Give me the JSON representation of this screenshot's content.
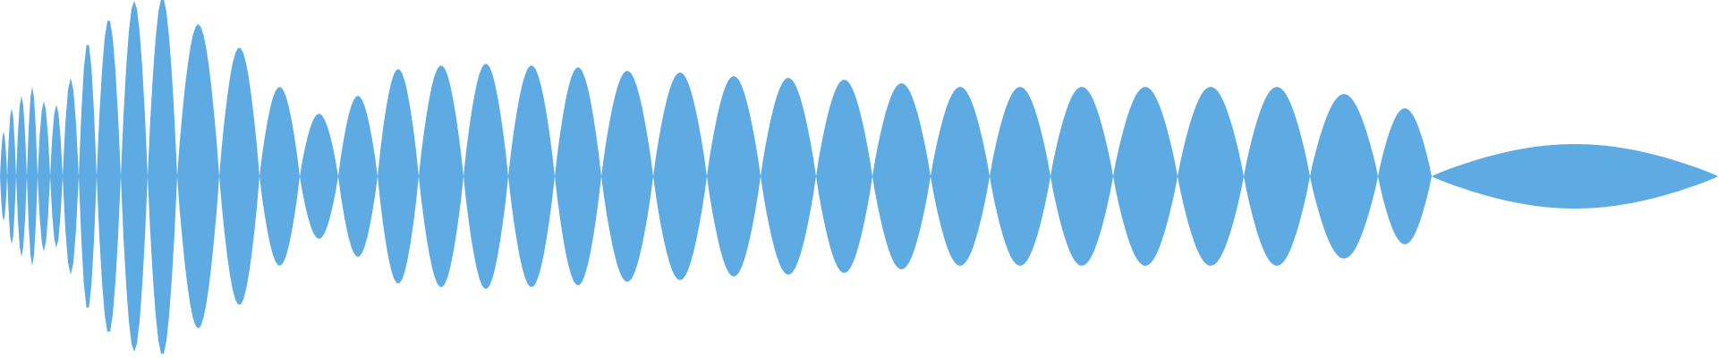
{
  "waveform": {
    "fill_color": "#5dabe2",
    "background_color": "#ffffff",
    "lobe_peaks": [
      0.25,
      0.38,
      0.45,
      0.5,
      0.42,
      0.4,
      0.55,
      0.75,
      0.88,
      0.98,
      1.0,
      0.85,
      0.72,
      0.5,
      0.35,
      0.45,
      0.6,
      0.62,
      0.63,
      0.62,
      0.61,
      0.59,
      0.58,
      0.56,
      0.55,
      0.54,
      0.52,
      0.5,
      0.5,
      0.5,
      0.5,
      0.5,
      0.5,
      0.46,
      0.38,
      0.18
    ]
  }
}
